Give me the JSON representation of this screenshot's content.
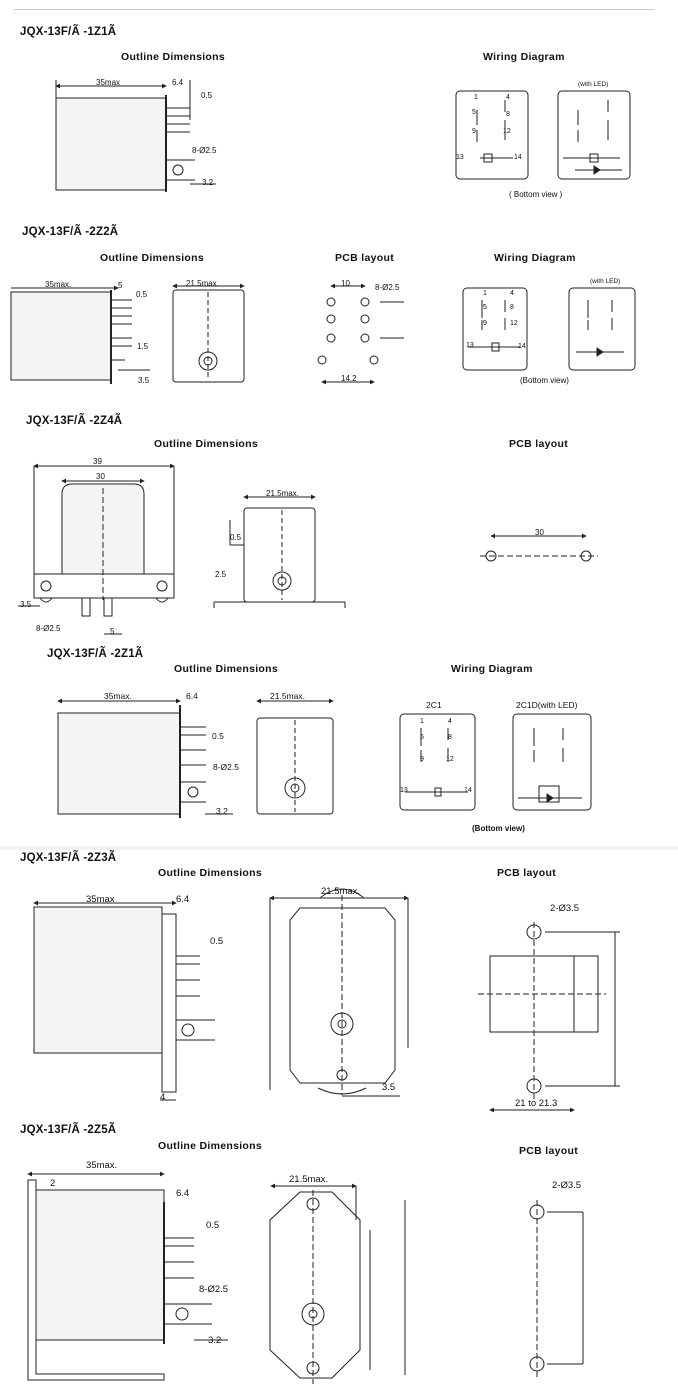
{
  "sections": [
    {
      "model": "JQX-13F/Ã -1Z1Ã",
      "headings": [
        "Outline Dimensions",
        "Wiring Diagram"
      ],
      "note": "( Bottom view )"
    },
    {
      "model": "JQX-13F/Ã -2Z2Ã",
      "headings": [
        "Outline Dimensions",
        "PCB layout",
        "Wiring Diagram"
      ],
      "note": "(Bottom view)"
    },
    {
      "model": "JQX-13F/Ã -2Z4Ã",
      "headings": [
        "Outline Dimensions",
        "PCB layout"
      ]
    },
    {
      "model": "JQX-13F/Ã -2Z1Ã",
      "headings": [
        "Outline Dimensions",
        "Wiring Diagram"
      ],
      "note": "(Bottom view)"
    },
    {
      "model": "JQX-13F/Ã -2Z3Ã",
      "headings": [
        "Outline Dimensions",
        "PCB layout"
      ]
    },
    {
      "model": "JQX-13F/Ã -2Z5Ã",
      "headings": [
        "Outline Dimensions",
        "PCB layout"
      ]
    }
  ],
  "labels": {
    "with_led": "(with LED)",
    "wiring_2c1": "2C1",
    "wiring_2c1d": "2C1D(with LED)",
    "pins": [
      "1",
      "4",
      "5",
      "8",
      "9",
      "12",
      "13",
      "14"
    ],
    "dims": {
      "d35max": "35max",
      "d35max_dot": "35max.",
      "d64": "6.4",
      "d05": "0.5",
      "d8_25": "8-Ø2.5",
      "d32": "3.2",
      "d5": "5",
      "d15": "1.5",
      "d35": "3.5",
      "d215": "21.5max.",
      "d215b": "21.5max",
      "d10": "10",
      "d142": "14.2",
      "d39": "39",
      "d30": "30",
      "d25": "2.5",
      "d2_35": "2-Ø3.5",
      "d21": "21 to 21.3",
      "d4": "4",
      "d2": "2"
    }
  }
}
